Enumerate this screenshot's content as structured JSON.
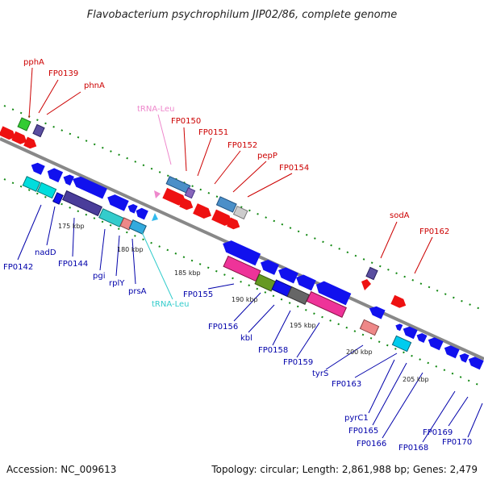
{
  "title": "Flavobacterium psychrophilum JIP02/86, complete genome",
  "footer": {
    "accession": "Accession: NC_009613",
    "summary": "Topology: circular; Length: 2,861,988 bp; Genes: 2,479"
  },
  "colors": {
    "forward_label": "#cc0000",
    "reverse_label": "#0000aa",
    "trna_forward": "#ee88cc",
    "trna_reverse": "#33cccc",
    "backbone": "#888888",
    "tick": "#118811"
  },
  "scale_labels": [
    "175 kbp",
    "180 kbp",
    "185 kbp",
    "190 kbp",
    "195 kbp",
    "200 kbp",
    "205 kbp"
  ],
  "forward_labels": [
    "pphA",
    "FP0139",
    "phnA",
    "tRNA-Leu",
    "FP0150",
    "FP0151",
    "FP0152",
    "pepP",
    "FP0154",
    "sodA",
    "FP0162"
  ],
  "reverse_labels": [
    "FP0142",
    "nadD",
    "FP0144",
    "pgi",
    "rplY",
    "prsA",
    "tRNA-Leu",
    "FP0155",
    "FP0156",
    "kbl",
    "FP0158",
    "FP0159",
    "tyrS",
    "FP0163",
    "pyrC1",
    "FP0165",
    "FP0166",
    "FP0168",
    "FP0169",
    "FP0170"
  ]
}
